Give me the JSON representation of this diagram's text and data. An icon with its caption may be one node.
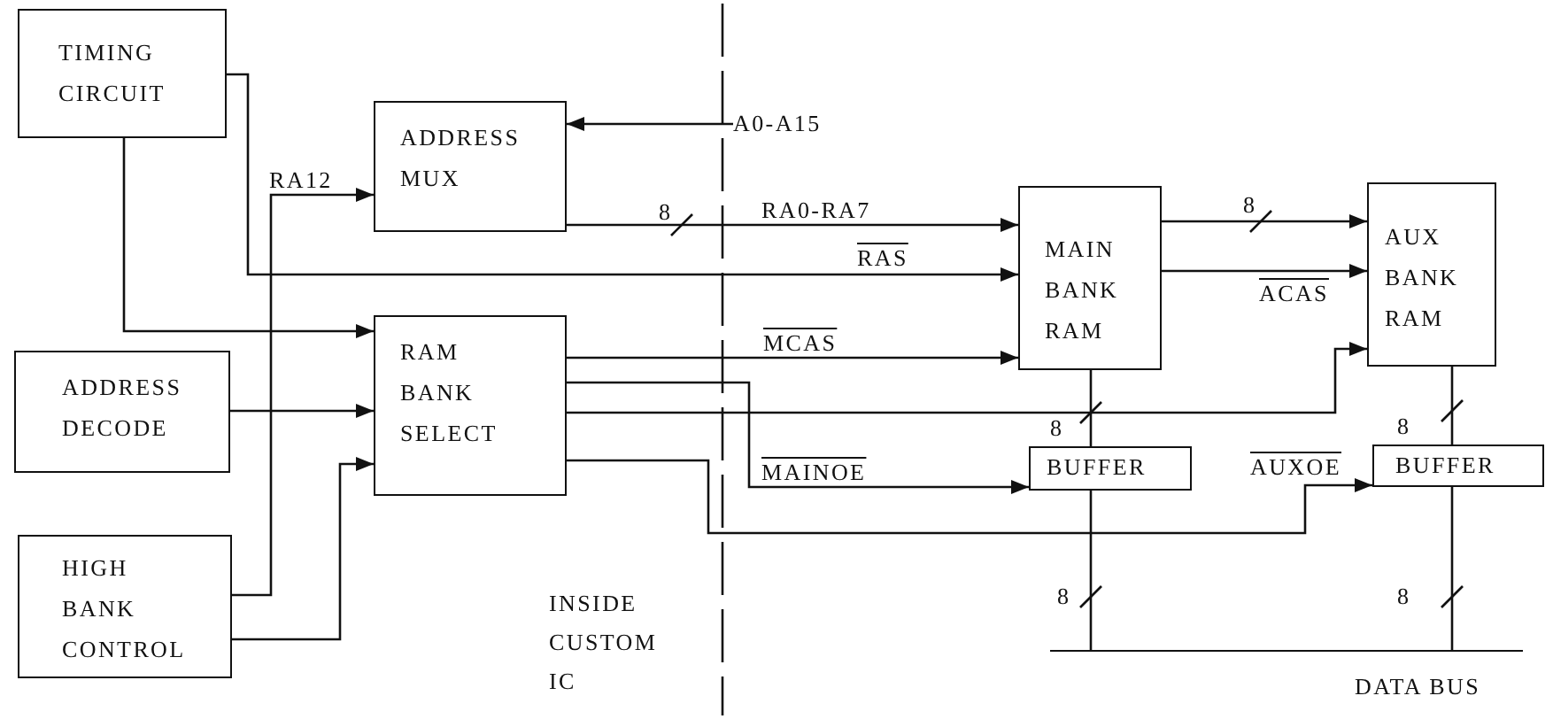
{
  "diagram": {
    "nodes": [
      {
        "text": [
          "TIMING CIRCUIT"
        ]
      },
      {
        "text": [
          "ADDRESS MUX"
        ]
      },
      {
        "text": [
          "RAM BANK SELECT"
        ]
      },
      {
        "text": [
          "ADDRESS DECODE"
        ]
      },
      {
        "text": [
          "HIGH BANK CONTROL"
        ]
      },
      {
        "text": [
          "MAIN BANK RAM"
        ]
      },
      {
        "text": [
          "AUX BANK RAM"
        ]
      },
      {
        "text": [
          "BUFFER"
        ]
      },
      {
        "text": [
          "BUFFER"
        ]
      },
      {
        "text": [
          "DATA BUS"
        ]
      },
      {
        "text": [
          "A0-A15"
        ]
      }
    ],
    "edges": [
      {
        "from": 0,
        "to": 5,
        "arrow": "to",
        "label": "RAS"
      },
      {
        "from": 0,
        "to": 2,
        "arrow": "to"
      },
      {
        "from": 10,
        "to": 1,
        "arrow": "to"
      },
      {
        "from": 1,
        "to": 5,
        "arrow": "to",
        "label": "RA0-RA7"
      },
      {
        "from": 4,
        "to": 1,
        "arrow": "to",
        "label": "RA12"
      },
      {
        "from": 3,
        "to": 2,
        "arrow": "to"
      },
      {
        "from": 4,
        "to": 2,
        "arrow": "to"
      },
      {
        "from": 2,
        "to": 5,
        "arrow": "to",
        "label": "MCAS"
      },
      {
        "from": 2,
        "to": 7,
        "arrow": "to",
        "label": "MAINOE"
      },
      {
        "from": 2,
        "to": 6,
        "arrow": "to"
      },
      {
        "from": 2,
        "to": 8,
        "arrow": "to",
        "label": "AUXOE"
      },
      {
        "from": 5,
        "to": 6,
        "arrow": "to"
      },
      {
        "from": 5,
        "to": 6,
        "arrow": "to",
        "label": "ACAS"
      },
      {
        "from": 5,
        "to": 7,
        "arrow": "none"
      },
      {
        "from": 6,
        "to": 8,
        "arrow": "none"
      },
      {
        "from": 7,
        "to": 9,
        "arrow": "none"
      },
      {
        "from": 8,
        "to": 9,
        "arrow": "none"
      }
    ],
    "labels": [
      "8",
      "8",
      "8",
      "8",
      "INSIDE CUSTOM IC",
      "8",
      "8"
    ]
  }
}
